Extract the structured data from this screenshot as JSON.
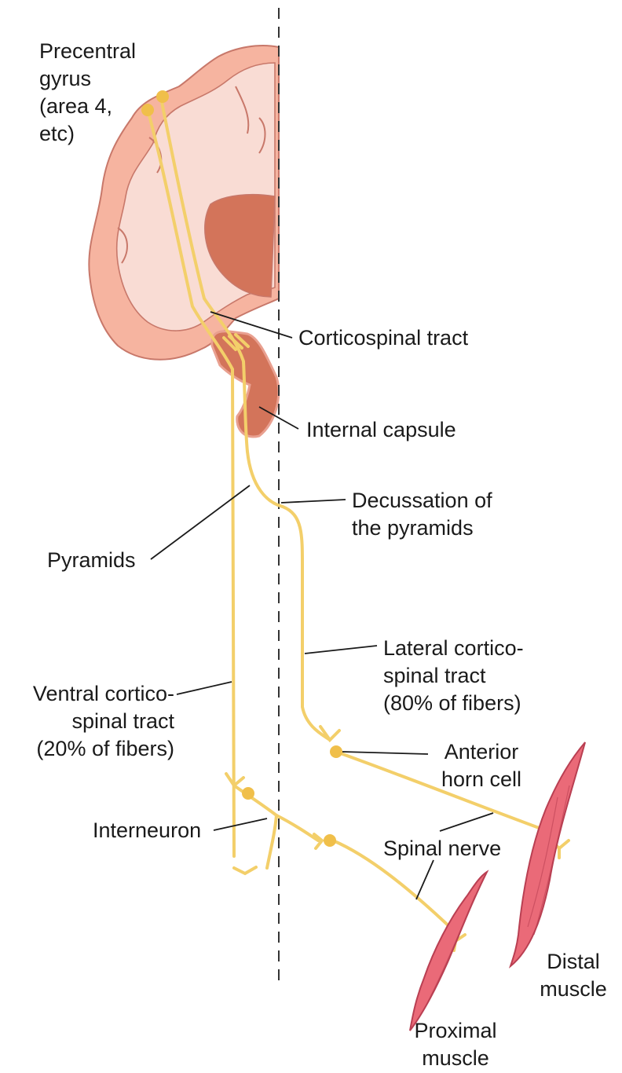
{
  "labels": {
    "precentral_gyrus": "Precentral\ngyrus\n(area 4,\netc)",
    "corticospinal_tract": "Corticospinal tract",
    "internal_capsule": "Internal capsule",
    "decussation": "Decussation of\nthe pyramids",
    "pyramids": "Pyramids",
    "lateral_tract": "Lateral cortico-\nspinal tract\n(80% of fibers)",
    "ventral_tract": "Ventral cortico-\nspinal tract\n(20% of fibers)",
    "anterior_horn_cell": "Anterior\nhorn cell",
    "interneuron": "Interneuron",
    "spinal_nerve": "Spinal nerve",
    "distal_muscle": "Distal\nmuscle",
    "proximal_muscle": "Proximal\nmuscle"
  },
  "colors": {
    "cortex_outer": "#f6b4a0",
    "cortex_inner": "#f9dcd4",
    "outline": "#c8786a",
    "capsule": "#d3745a",
    "tract": "#f3cf6a",
    "cell": "#f0bf4a",
    "muscle": "#ea6a78",
    "muscle_edge": "#b93f52",
    "leader": "#1a1a1a",
    "midline": "#333333"
  }
}
